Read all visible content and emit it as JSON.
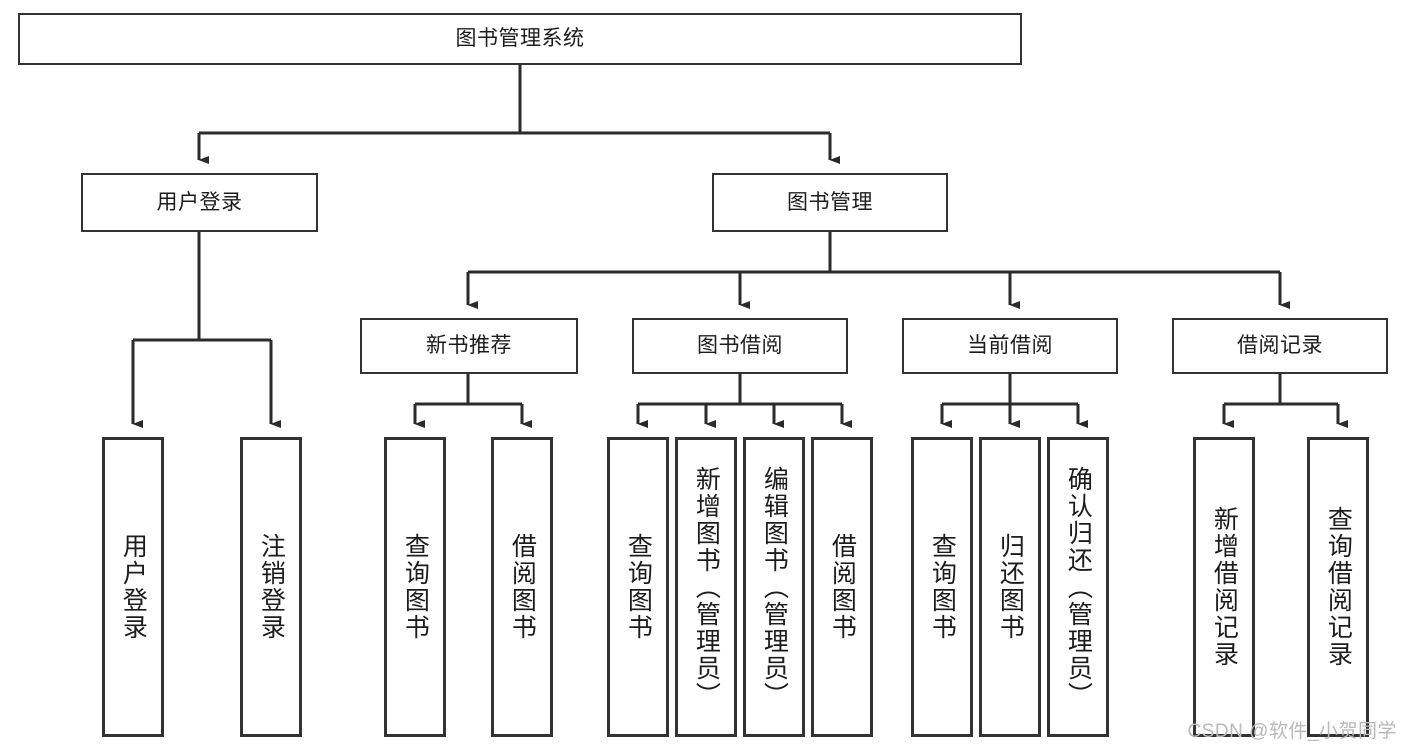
{
  "diagram": {
    "title": "图书管理系统",
    "type": "hierarchy-tree",
    "watermark": "CSDN @软件_小贺同学",
    "colors": {
      "box_border": "#333333",
      "box_fill": "#ffffff",
      "connector": "#2b2b2b",
      "text": "#1c1c1c",
      "watermark": "#b9b9b9"
    },
    "root": {
      "label": "图书管理系统"
    },
    "level2": [
      {
        "label": "用户登录"
      },
      {
        "label": "图书管理"
      }
    ],
    "level3": [
      {
        "label": "新书推荐"
      },
      {
        "label": "图书借阅"
      },
      {
        "label": "当前借阅"
      },
      {
        "label": "借阅记录"
      }
    ],
    "leaves": [
      {
        "label": "用户登录",
        "parent": "用户登录"
      },
      {
        "label": "注销登录",
        "parent": "用户登录"
      },
      {
        "label": "查询图书",
        "parent": "新书推荐"
      },
      {
        "label": "借阅图书",
        "parent": "新书推荐"
      },
      {
        "label": "查询图书",
        "parent": "图书借阅"
      },
      {
        "label": "新增图书（管理员）",
        "parent": "图书借阅"
      },
      {
        "label": "编辑图书（管理员）",
        "parent": "图书借阅"
      },
      {
        "label": "借阅图书",
        "parent": "图书借阅"
      },
      {
        "label": "查询图书",
        "parent": "当前借阅"
      },
      {
        "label": "归还图书",
        "parent": "当前借阅"
      },
      {
        "label": "确认归还（管理员）",
        "parent": "当前借阅"
      },
      {
        "label": "新增借阅记录",
        "parent": "借阅记录"
      },
      {
        "label": "查询借阅记录",
        "parent": "借阅记录"
      }
    ]
  }
}
